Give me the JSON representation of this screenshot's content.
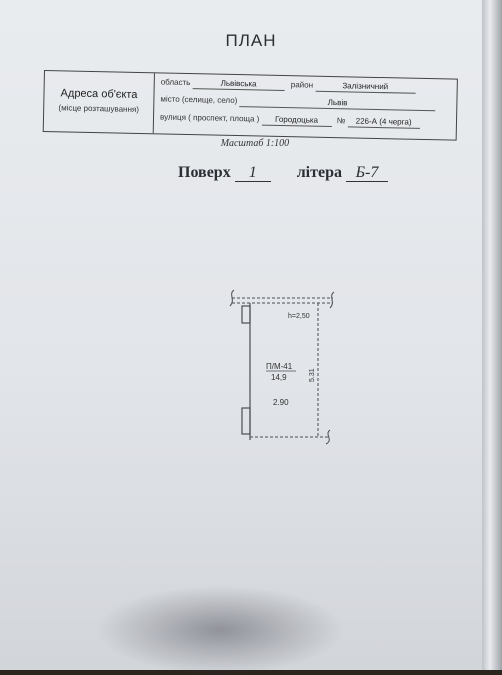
{
  "title": "ПЛАН",
  "address": {
    "label": "Адреса об'єкта",
    "sublabel": "(місце розташування)",
    "oblast_label": "область",
    "oblast_value": "Львівська",
    "rayon_label": "район",
    "rayon_value": "Залізничний",
    "misto_label": "місто (селище, село)",
    "misto_value": "Львів",
    "vulytsia_label": "вулиця ( проспект, площа )",
    "vulytsia_value": "Городоцька",
    "number_label": "№",
    "number_value": "226-А (4 черга)"
  },
  "scale": "Масштаб 1:100",
  "floor_label": "Поверх",
  "floor_value": "1",
  "litera_label": "літера",
  "litera_value": "Б-7",
  "drawing": {
    "height_label": "h=2,50",
    "room_id": "П/М-41",
    "room_area": "14,9",
    "width_dim": "2.90",
    "length_dim": "5.31"
  }
}
